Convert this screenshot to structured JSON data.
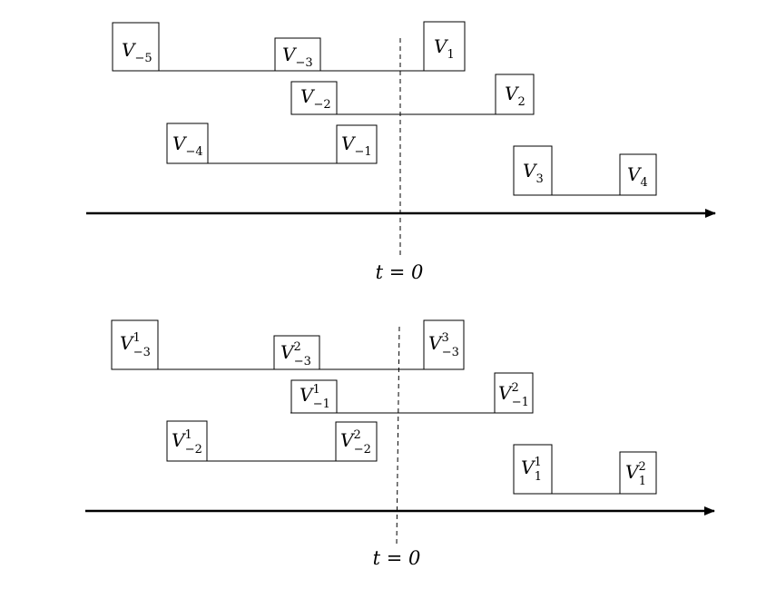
{
  "panels": [
    {
      "time_label": "t = 0",
      "blocks": [
        {
          "base": "V",
          "sub": "−5",
          "sup": ""
        },
        {
          "base": "V",
          "sub": "−3",
          "sup": ""
        },
        {
          "base": "V",
          "sub": "1",
          "sup": ""
        },
        {
          "base": "V",
          "sub": "−2",
          "sup": ""
        },
        {
          "base": "V",
          "sub": "2",
          "sup": ""
        },
        {
          "base": "V",
          "sub": "−4",
          "sup": ""
        },
        {
          "base": "V",
          "sub": "−1",
          "sup": ""
        },
        {
          "base": "V",
          "sub": "3",
          "sup": ""
        },
        {
          "base": "V",
          "sub": "4",
          "sup": ""
        }
      ]
    },
    {
      "time_label": "t = 0",
      "blocks": [
        {
          "base": "V",
          "sub": "−3",
          "sup": "1"
        },
        {
          "base": "V",
          "sub": "−3",
          "sup": "2"
        },
        {
          "base": "V",
          "sub": "−3",
          "sup": "3"
        },
        {
          "base": "V",
          "sub": "−1",
          "sup": "1"
        },
        {
          "base": "V",
          "sub": "−1",
          "sup": "2"
        },
        {
          "base": "V",
          "sub": "−2",
          "sup": "1"
        },
        {
          "base": "V",
          "sub": "−2",
          "sup": "2"
        },
        {
          "base": "V",
          "sub": "1",
          "sup": "1"
        },
        {
          "base": "V",
          "sub": "1",
          "sup": "2"
        }
      ]
    }
  ]
}
